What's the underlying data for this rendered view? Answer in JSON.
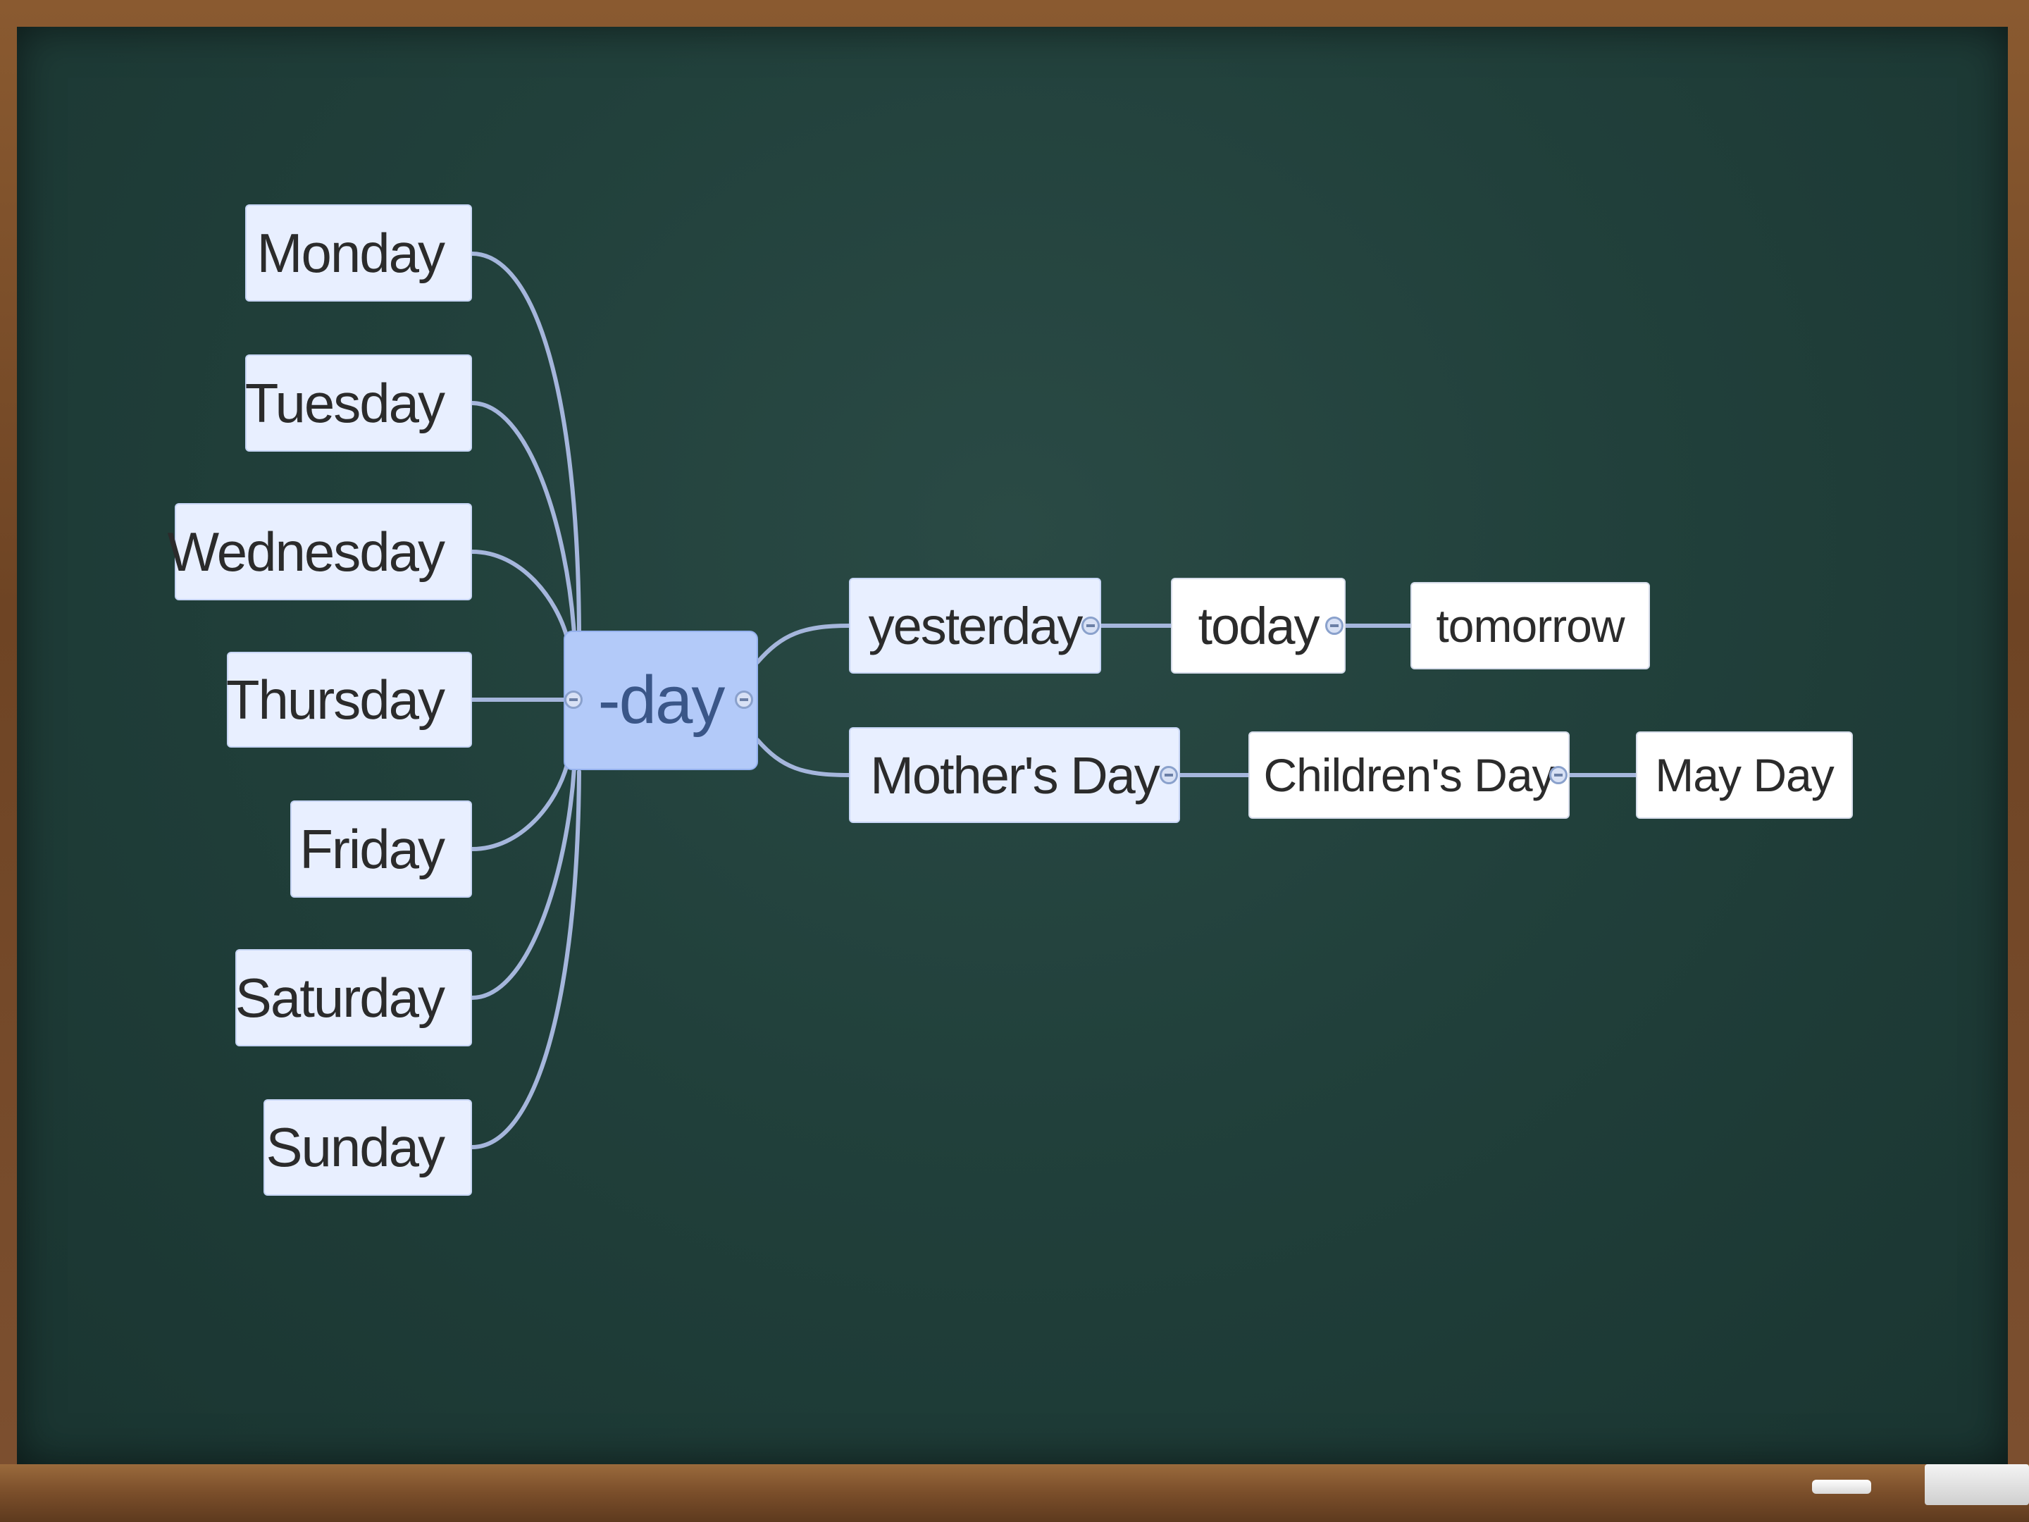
{
  "center": {
    "label": "-day"
  },
  "weekdays": [
    "Monday",
    "Tuesday",
    "Wednesday",
    "Thursday",
    "Friday",
    "Saturday",
    "Sunday"
  ],
  "time_chain": [
    "yesterday",
    "today",
    "tomorrow"
  ],
  "holiday_chain": [
    "Mother's Day",
    "Children's Day",
    "May Day"
  ],
  "colors": {
    "board": "#21403b",
    "frame": "#7a4e2a",
    "node_fill": "#e8efff",
    "center_fill": "#b3caf9",
    "connector": "#a5b6dc",
    "center_text": "#3a5688"
  },
  "icons": {
    "collapse": "collapse-minus-icon"
  }
}
